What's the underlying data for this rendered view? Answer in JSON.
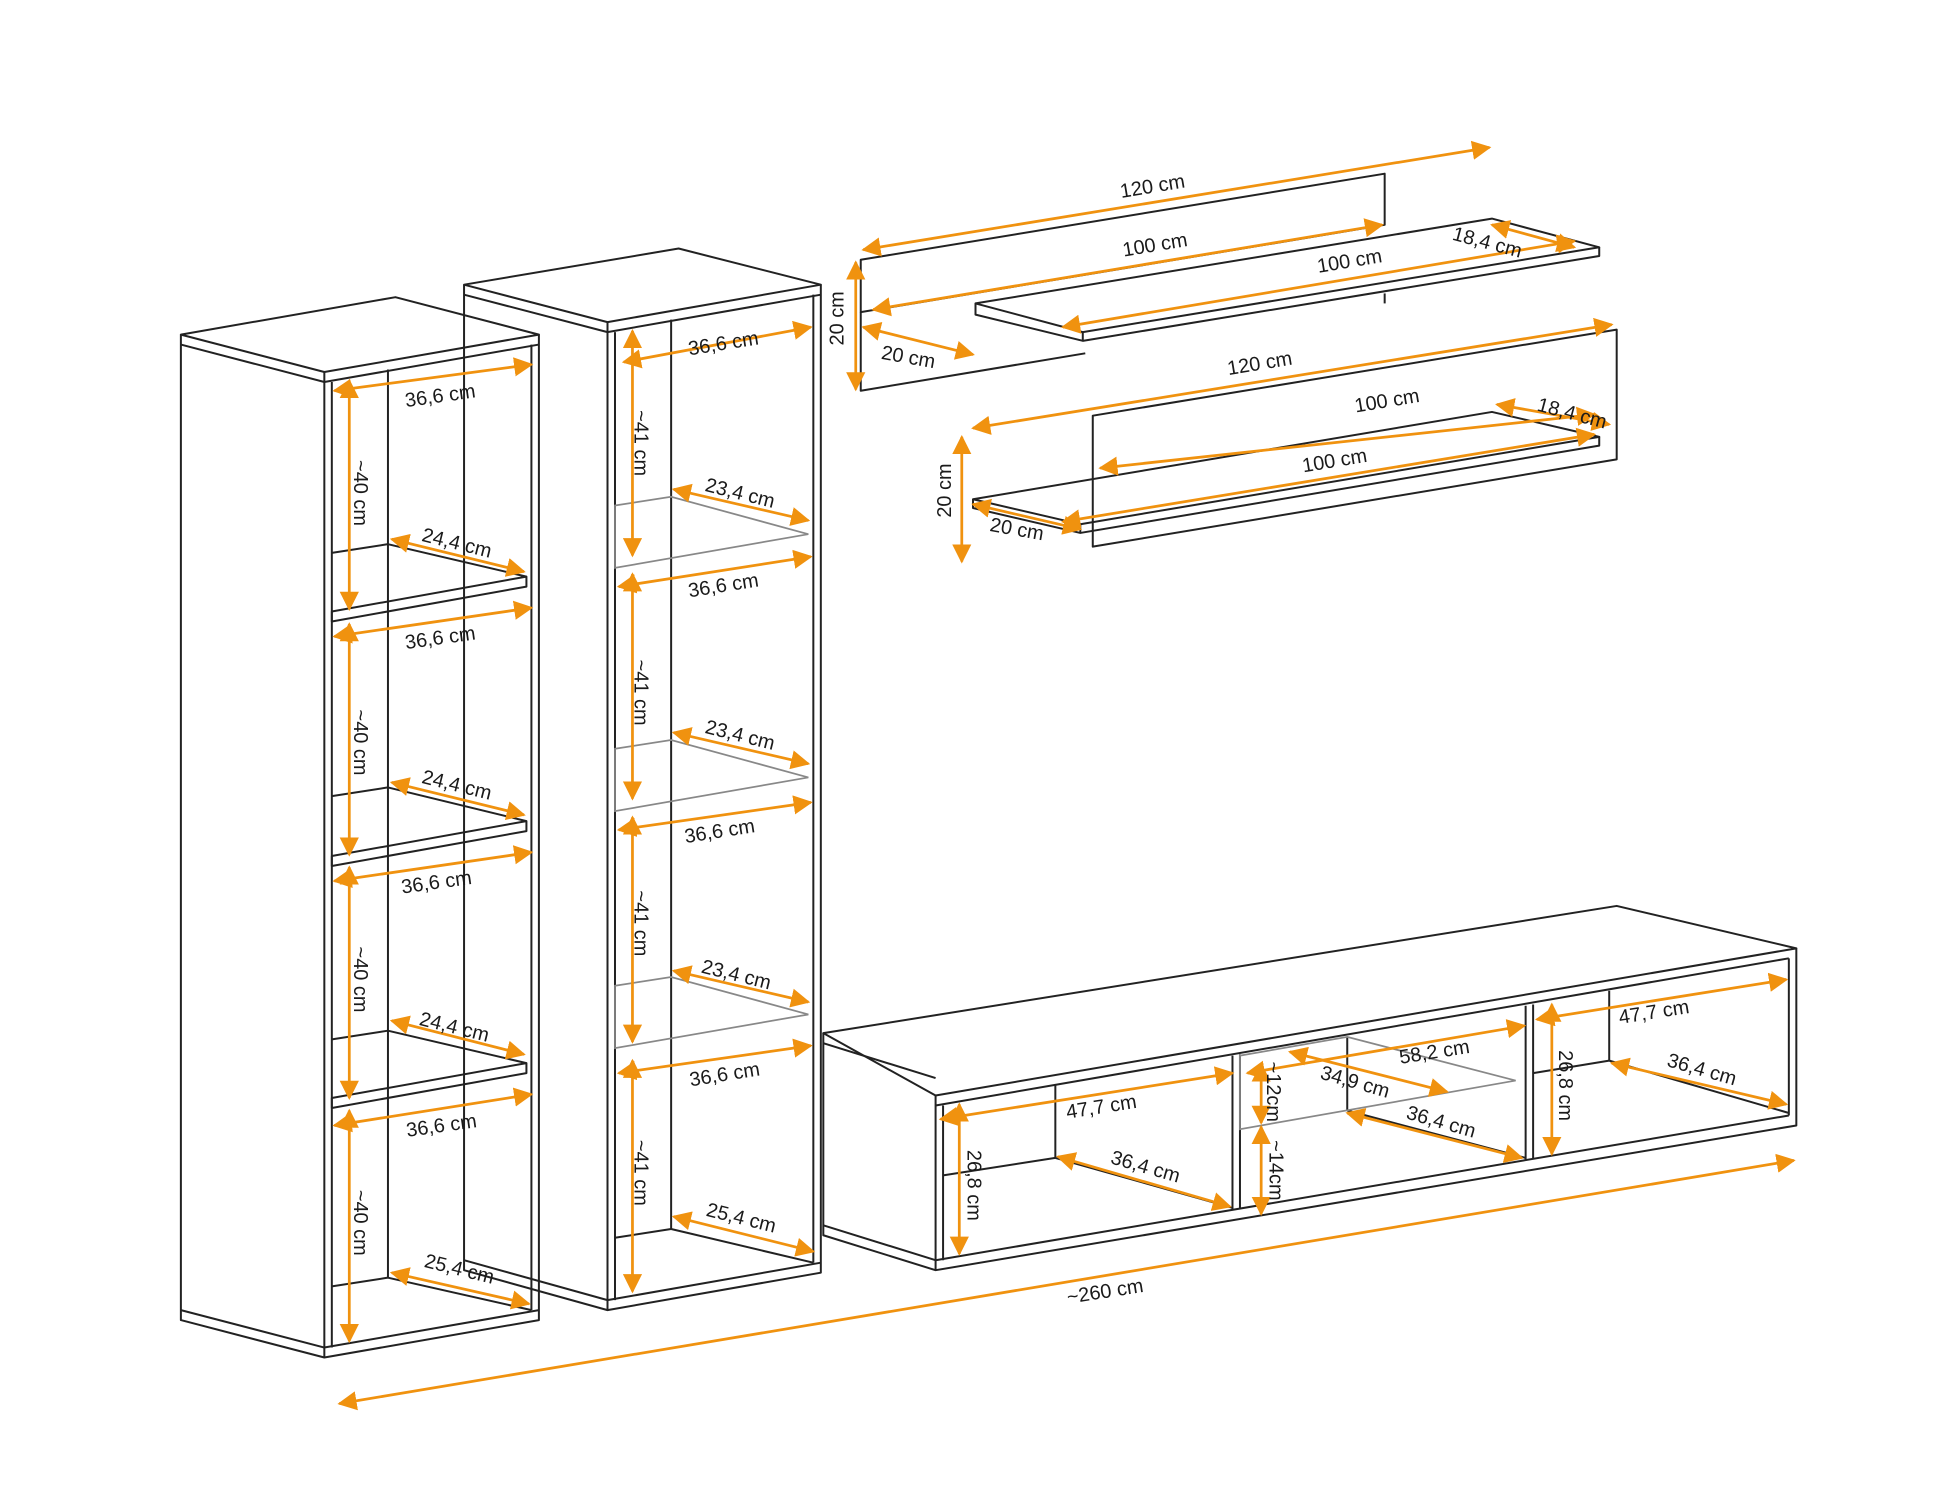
{
  "diagram": {
    "accent_color": "#f0920f",
    "outline_color": "#222222",
    "labels": [
      "36,6 cm",
      "~40 cm",
      "24,4 cm",
      "36,6 cm",
      "~40 cm",
      "24,4 cm",
      "36,6 cm",
      "~40 cm",
      "24,4 cm",
      "36,6 cm",
      "~40 cm",
      "25,4 cm",
      "36,6 cm",
      "~41 cm",
      "23,4 cm",
      "36,6 cm",
      "~41 cm",
      "23,4 cm",
      "36,6 cm",
      "~41 cm",
      "23,4 cm",
      "36,6 cm",
      "~41 cm",
      "25,4 cm",
      "120 cm",
      "100 cm",
      "100 cm",
      "18,4 cm",
      "20 cm",
      "20 cm",
      "120 cm",
      "100 cm",
      "100 cm",
      "18,4 cm",
      "20 cm",
      "20 cm",
      "47,7 cm",
      "26,8 cm",
      "36,4 cm",
      "58,2 cm",
      "34,9 cm",
      "~12cm",
      "~14cm",
      "36,4 cm",
      "26,8 cm",
      "47,7 cm",
      "36,4 cm",
      "~260 cm"
    ]
  }
}
